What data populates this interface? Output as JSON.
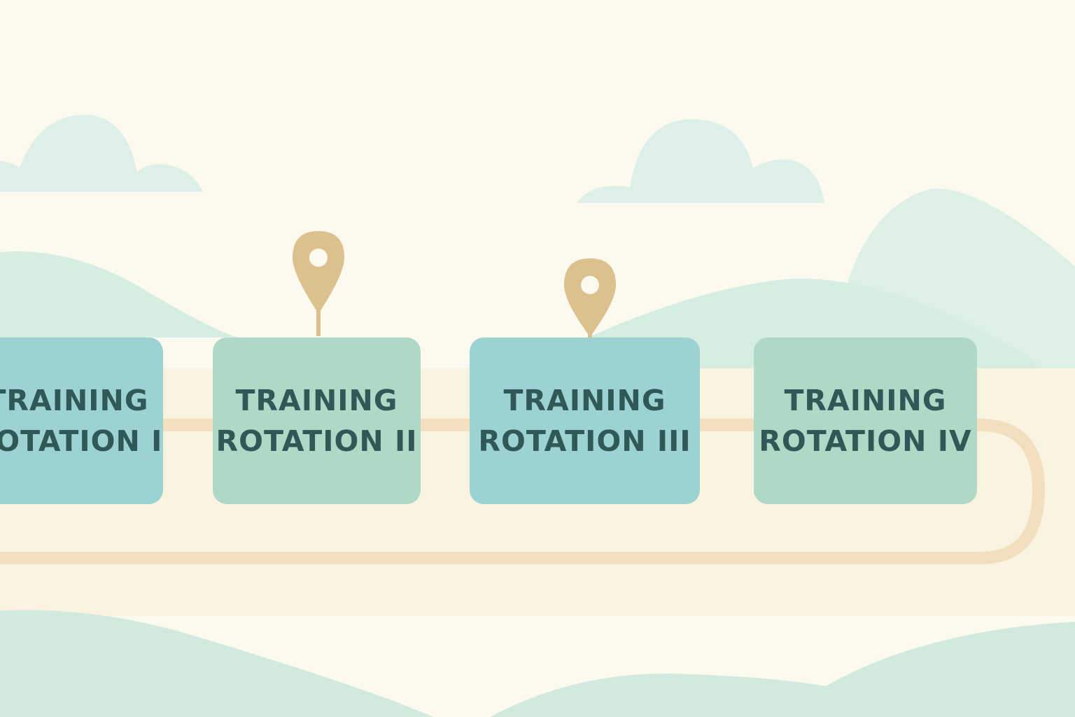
{
  "colors": {
    "background": "#fcf9ef",
    "road": "#efdcbb",
    "path": "#f3e3c4",
    "cloud": "#ddf0e7",
    "hill_far": "#dcf0e6",
    "hill_near": "#d2eadd",
    "pin": "#dcc08e",
    "box_blue": "#9dd2d2",
    "box_green": "#afd9c6",
    "text": "#2f5856"
  },
  "rotations": [
    {
      "line1": "TRAINING",
      "line2": "ROTATION I",
      "color": "#9dd2d2",
      "pinned": false
    },
    {
      "line1": "TRAINING",
      "line2": "ROTATION II",
      "color": "#afd9c6",
      "pinned": true
    },
    {
      "line1": "TRAINING",
      "line2": "ROTATION III",
      "color": "#9dd2d2",
      "pinned": true
    },
    {
      "line1": "TRAINING",
      "line2": "ROTATION IV",
      "color": "#afd9c6",
      "pinned": false
    }
  ],
  "icons": {
    "pin": "location-pin-icon",
    "cloud": "cloud-icon",
    "hill": "hill-icon"
  }
}
